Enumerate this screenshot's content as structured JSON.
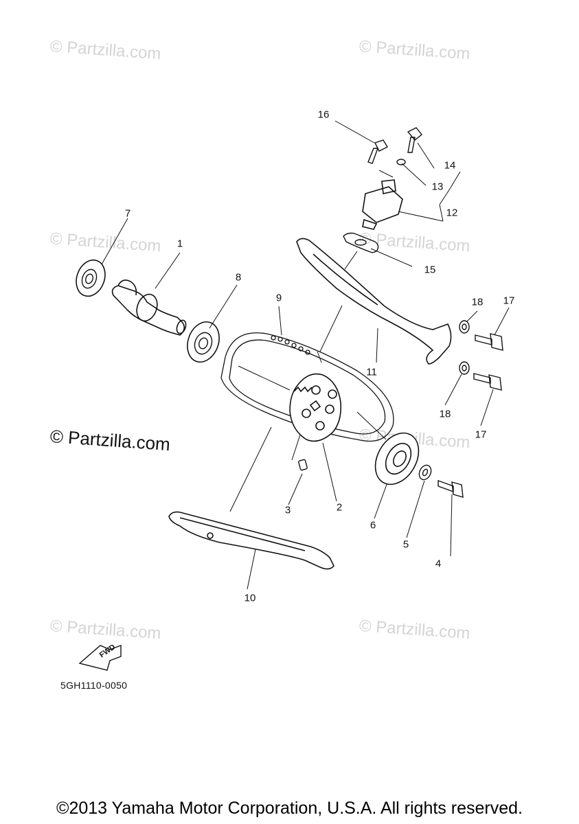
{
  "watermark": "© Partzilla.com",
  "diagram_code": "5GH1110-0050",
  "copyright": "©2013 Yamaha Motor Corporation, U.S.A. All rights reserved.",
  "fwd_label": "FWD",
  "callouts": [
    {
      "id": "1",
      "text": "1"
    },
    {
      "id": "2",
      "text": "2"
    },
    {
      "id": "3",
      "text": "3"
    },
    {
      "id": "4",
      "text": "4"
    },
    {
      "id": "5",
      "text": "5"
    },
    {
      "id": "6",
      "text": "6"
    },
    {
      "id": "7",
      "text": "7"
    },
    {
      "id": "8",
      "text": "8"
    },
    {
      "id": "9",
      "text": "9"
    },
    {
      "id": "10",
      "text": "10"
    },
    {
      "id": "11",
      "text": "11"
    },
    {
      "id": "12",
      "text": "12"
    },
    {
      "id": "13",
      "text": "13"
    },
    {
      "id": "14",
      "text": "14"
    },
    {
      "id": "15",
      "text": "15"
    },
    {
      "id": "16",
      "text": "16"
    },
    {
      "id": "17a",
      "text": "17"
    },
    {
      "id": "17b",
      "text": "17"
    },
    {
      "id": "18a",
      "text": "18"
    },
    {
      "id": "18b",
      "text": "18"
    }
  ]
}
